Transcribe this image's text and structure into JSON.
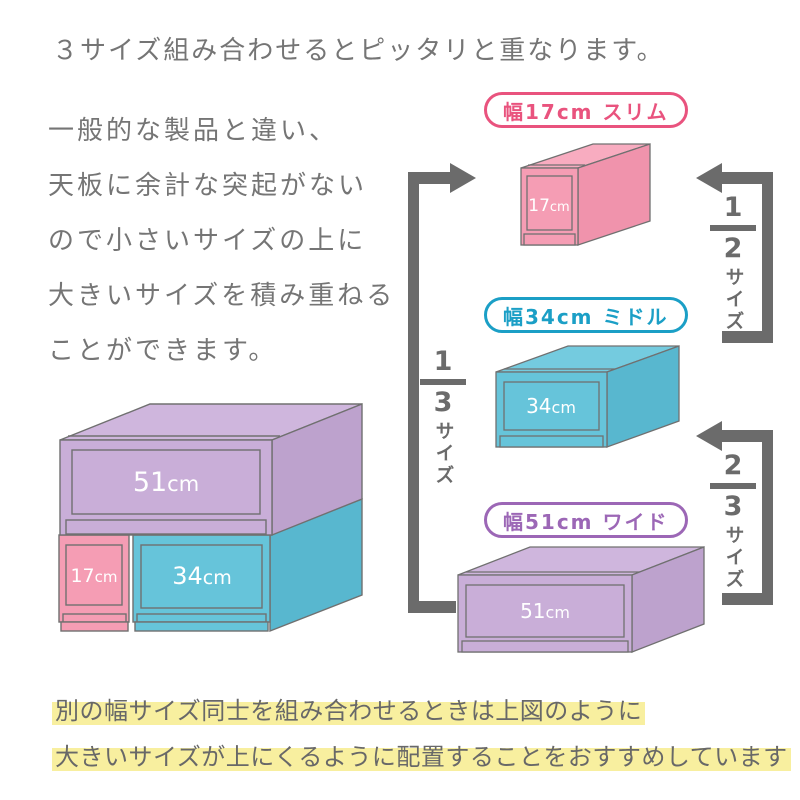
{
  "title": "３サイズ組み合わせるとピッタリと重なります。",
  "description_lines": [
    "一般的な製品と違い、",
    "天板に余計な突起がない",
    "ので小さいサイズの上に",
    "大きいサイズを積み重ねる",
    "ことができます。"
  ],
  "products": {
    "slim": {
      "badge": "幅17cm スリム",
      "size": "17",
      "unit": "cm",
      "accent_color": "#e9537e",
      "box_color": "#f59db4"
    },
    "middle": {
      "badge": "幅34cm ミドル",
      "size": "34",
      "unit": "cm",
      "accent_color": "#1b9fc6",
      "box_color": "#66c4da"
    },
    "wide": {
      "badge": "幅51cm ワイド",
      "size": "51",
      "unit": "cm",
      "accent_color": "#9c67b6",
      "box_color": "#c9aed8"
    }
  },
  "ratios": {
    "one_third": {
      "numerator": "1",
      "denominator": "3",
      "unit": "サイズ"
    },
    "one_half": {
      "numerator": "1",
      "denominator": "2",
      "unit": "サイズ"
    },
    "two_thirds": {
      "numerator": "2",
      "denominator": "3",
      "unit": "サイズ"
    }
  },
  "footer_lines": [
    "別の幅サイズ同士を組み合わせるときは上図のように",
    "大きいサイズが上にくるように配置することをおすすめしています"
  ],
  "colors": {
    "text_gray": "#757575",
    "arrow_gray": "#6b6b6b",
    "highlight_yellow": "#f8ef9f",
    "slim_pink": "#e9537e",
    "middle_blue": "#1b9fc6",
    "wide_purple": "#9c67b6"
  }
}
